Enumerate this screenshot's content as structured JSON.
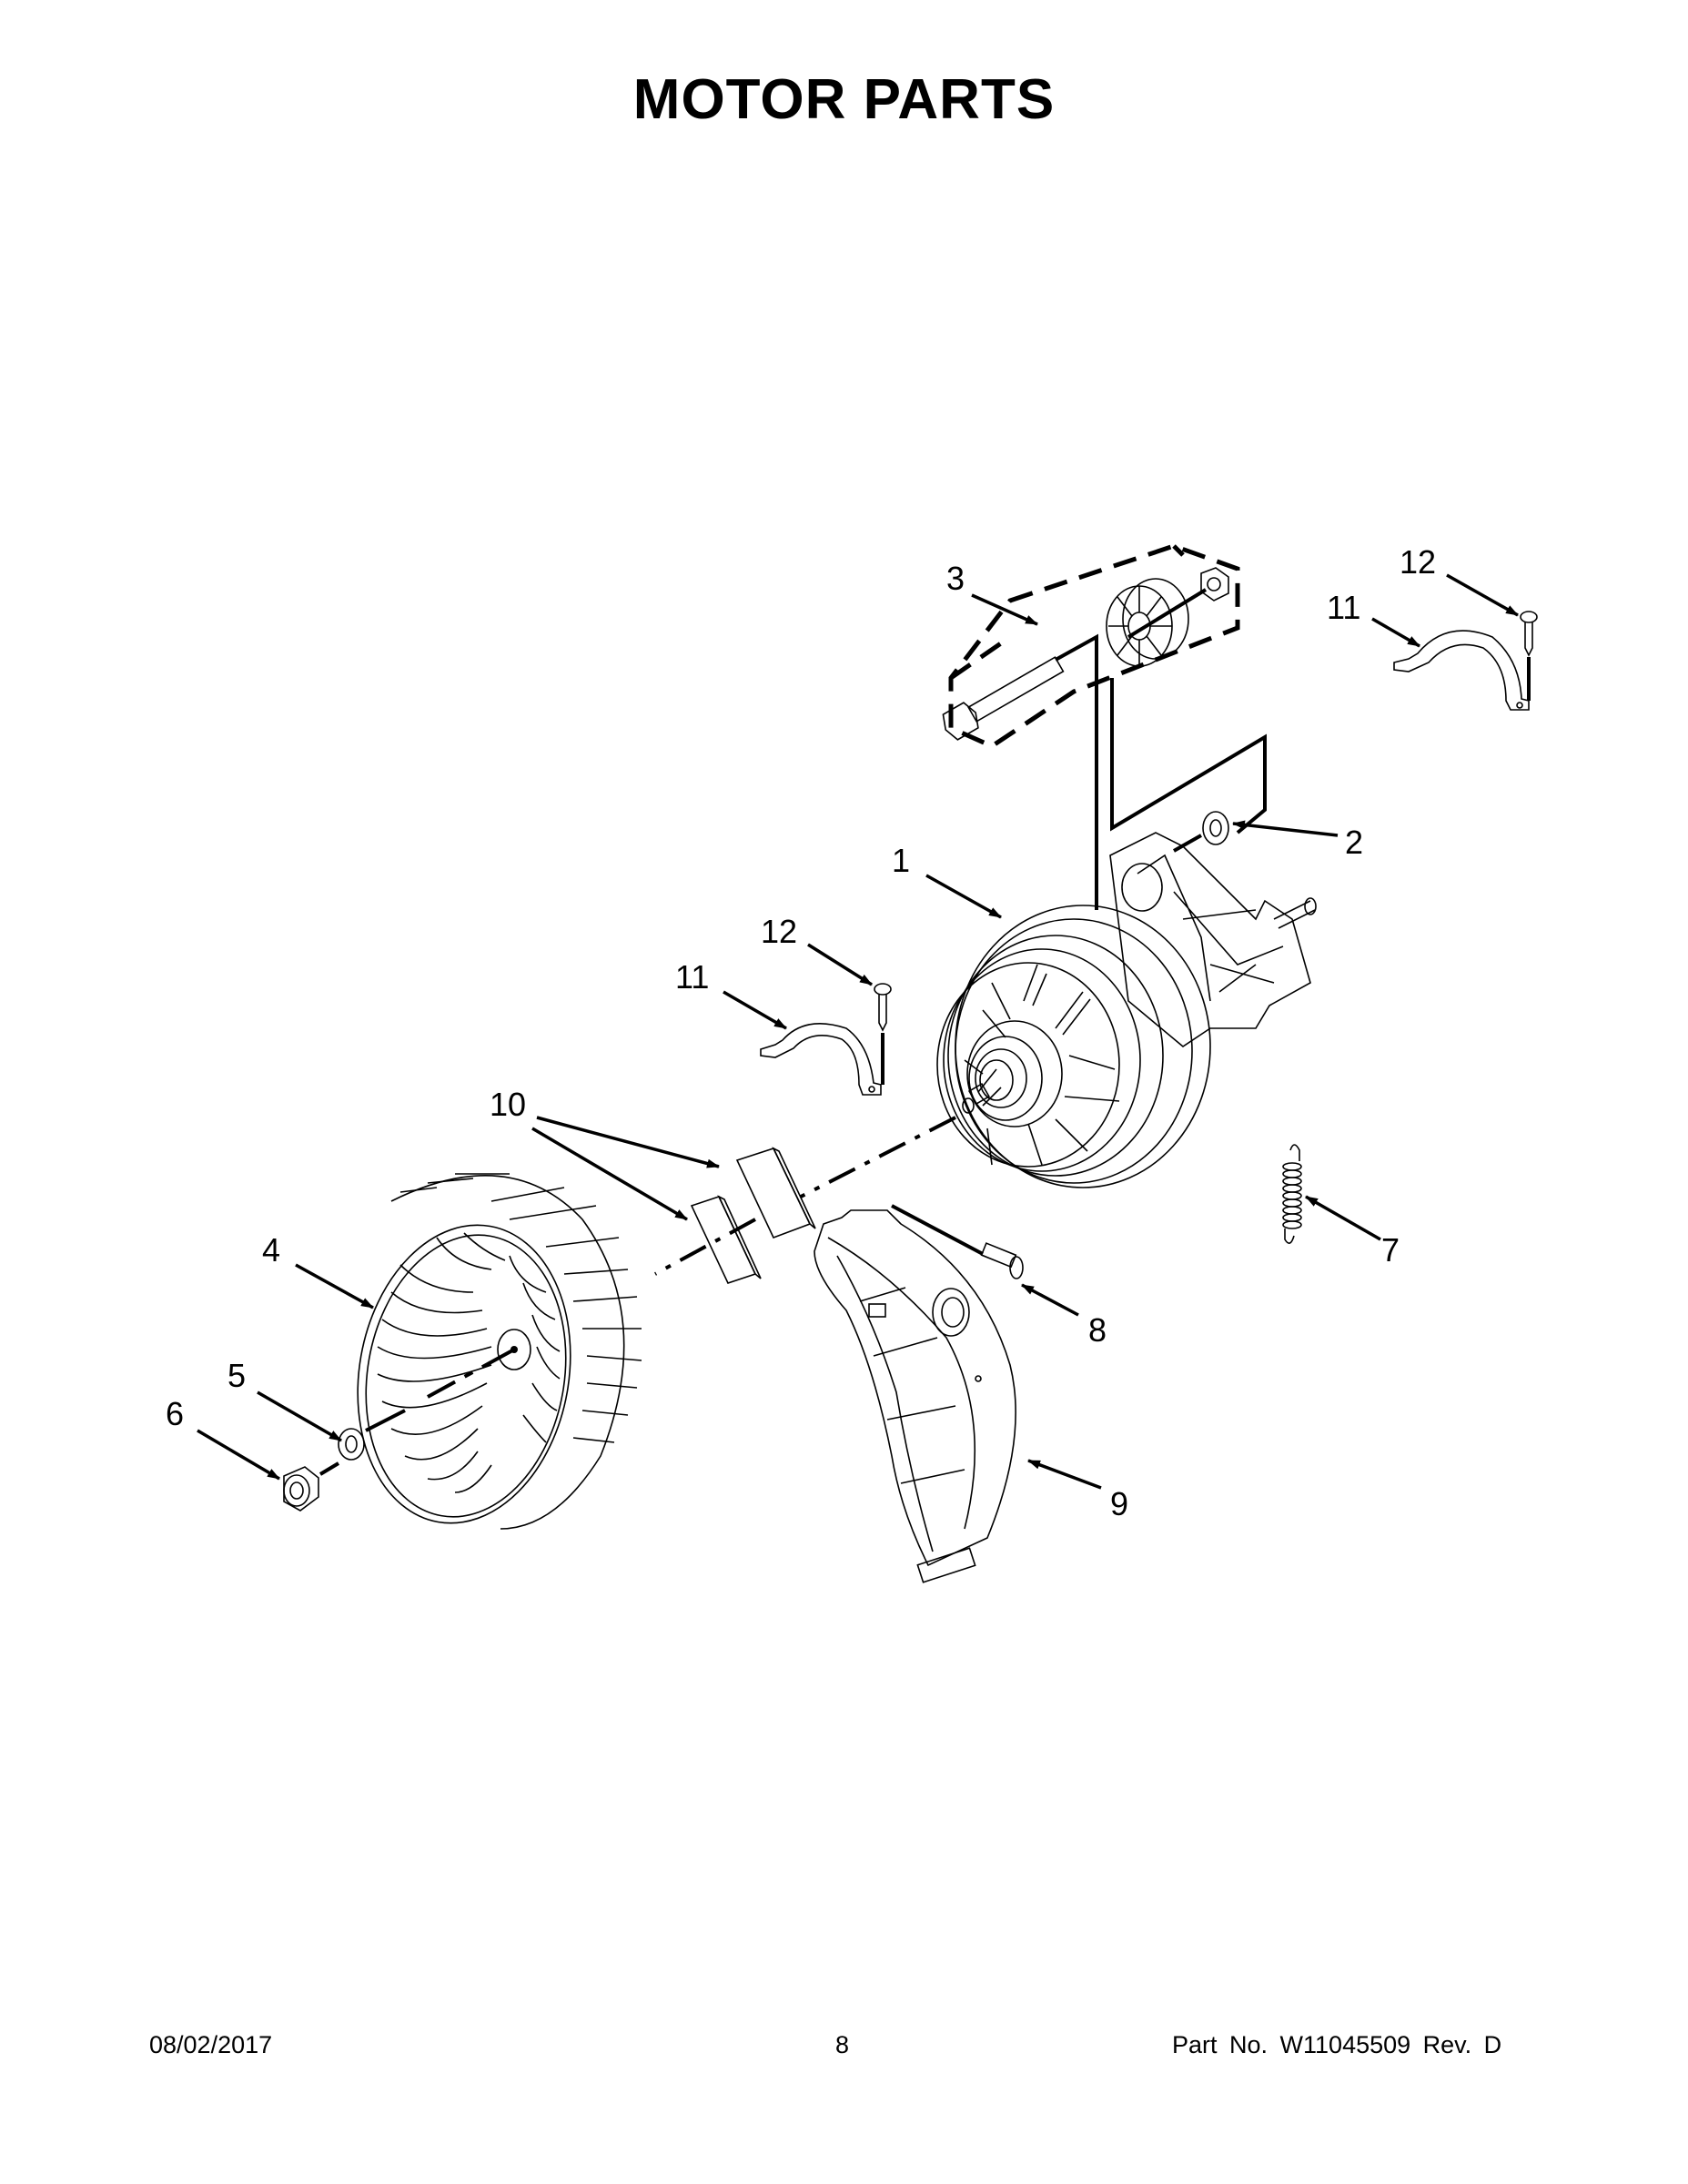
{
  "page": {
    "title": "MOTOR PARTS",
    "footer": {
      "date": "08/02/2017",
      "page_number": "8",
      "part_number_text": "Part No.  W11045509  Rev.  D"
    }
  },
  "diagram": {
    "callouts": [
      {
        "id": "1",
        "label": "1",
        "part": "motor"
      },
      {
        "id": "2",
        "label": "2",
        "part": "washer"
      },
      {
        "id": "3",
        "label": "3",
        "part": "idler-pulley-kit"
      },
      {
        "id": "4",
        "label": "4",
        "part": "blower-wheel"
      },
      {
        "id": "5",
        "label": "5",
        "part": "lock-washer"
      },
      {
        "id": "6",
        "label": "6",
        "part": "nut"
      },
      {
        "id": "7",
        "label": "7",
        "part": "idler-spring"
      },
      {
        "id": "8",
        "label": "8",
        "part": "screw"
      },
      {
        "id": "9",
        "label": "9",
        "part": "blower-housing"
      },
      {
        "id": "10",
        "label": "10",
        "part": "pads"
      },
      {
        "id": "11a",
        "label": "11",
        "part": "motor-clamp-right"
      },
      {
        "id": "12a",
        "label": "12",
        "part": "clamp-screw-right"
      },
      {
        "id": "11b",
        "label": "11",
        "part": "motor-clamp-left"
      },
      {
        "id": "12b",
        "label": "12",
        "part": "clamp-screw-left"
      }
    ]
  }
}
